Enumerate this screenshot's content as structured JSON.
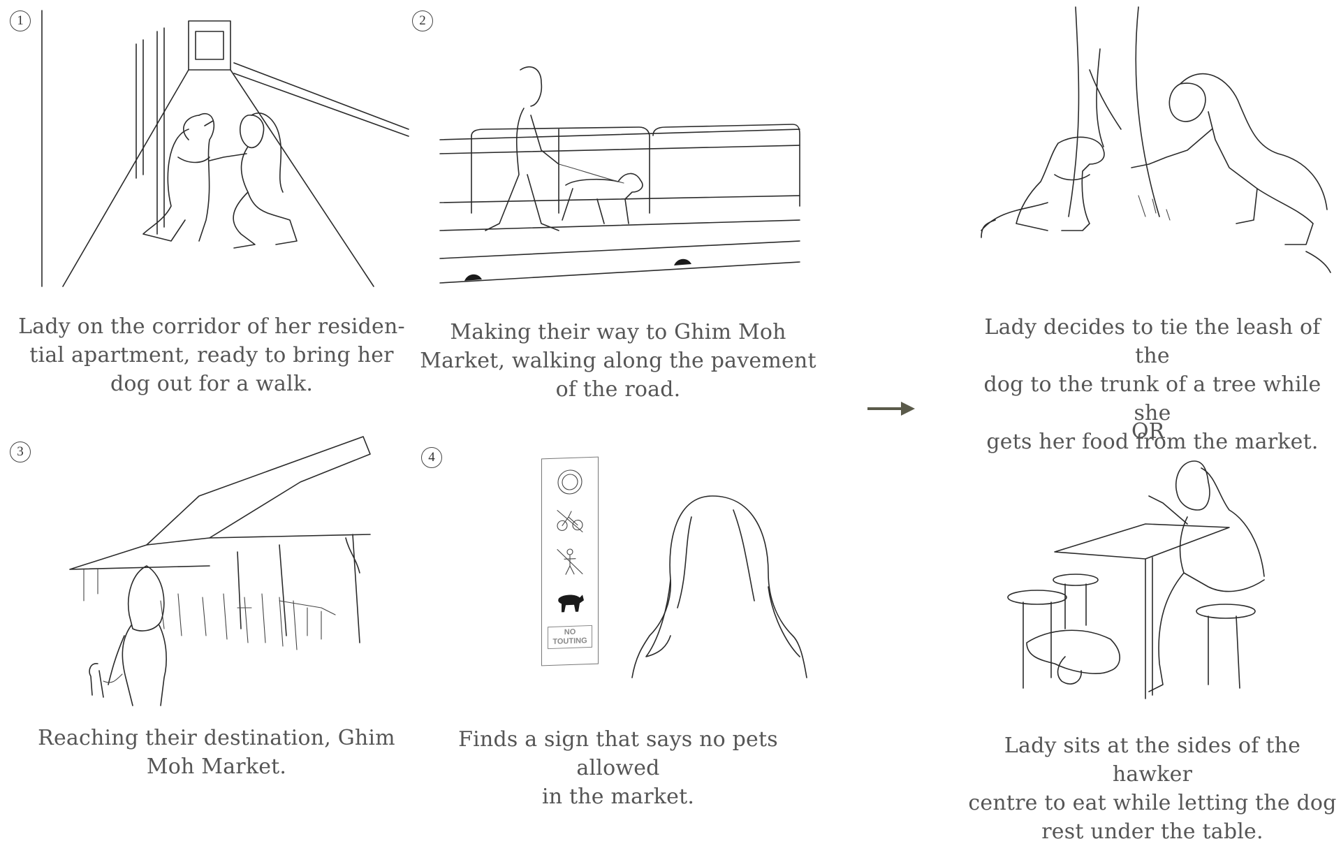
{
  "steps": [
    {
      "number": "1",
      "caption": "Lady on the corridor of her residen-\ntial apartment, ready to bring her\ndog out for a walk."
    },
    {
      "number": "2",
      "caption": "Making their way to Ghim Moh\nMarket, walking along the pavement\nof the road."
    },
    {
      "number": "3",
      "caption": "Reaching their destination, Ghim\nMoh Market."
    },
    {
      "number": "4",
      "caption": "Finds a sign that says no pets allowed\nin the market."
    }
  ],
  "outcomes": {
    "option_a": "Lady decides to tie the leash of the\ndog to the trunk of a tree while she\ngets her food from the market.",
    "separator": "OR",
    "option_b": "Lady sits at the sides of the hawker\ncentre to eat while letting the dog\nrest under the table."
  },
  "sign": {
    "text": "NO\nTOUTING"
  },
  "icons": [
    "arrow-right-icon",
    "no-cycling-icon",
    "no-littering-icon",
    "no-pets-icon"
  ],
  "colors": {
    "caption": "#555555",
    "line": "#2a2a2a",
    "arrow": "#5a5a4a"
  }
}
